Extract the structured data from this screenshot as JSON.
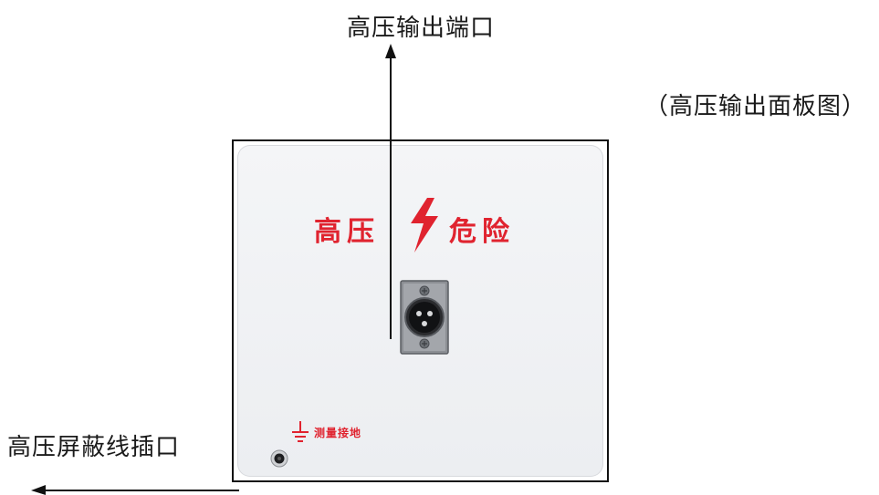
{
  "labels": {
    "top": "高压输出端口",
    "caption": "（高压输出面板图）",
    "left": "高压屏蔽线插口"
  },
  "panel": {
    "warning_left": "高压",
    "warning_right": "危险",
    "ground_label": "测量接地"
  },
  "icons": {
    "bolt": "high-voltage-bolt-icon",
    "ground": "ground-symbol-icon",
    "connector": "xlr-connector-icon",
    "socket": "shield-socket-icon"
  },
  "colors": {
    "warning_red": "#e0232f",
    "frame": "#111111",
    "panel": "#eef0f3",
    "text": "#1a1a1a"
  }
}
